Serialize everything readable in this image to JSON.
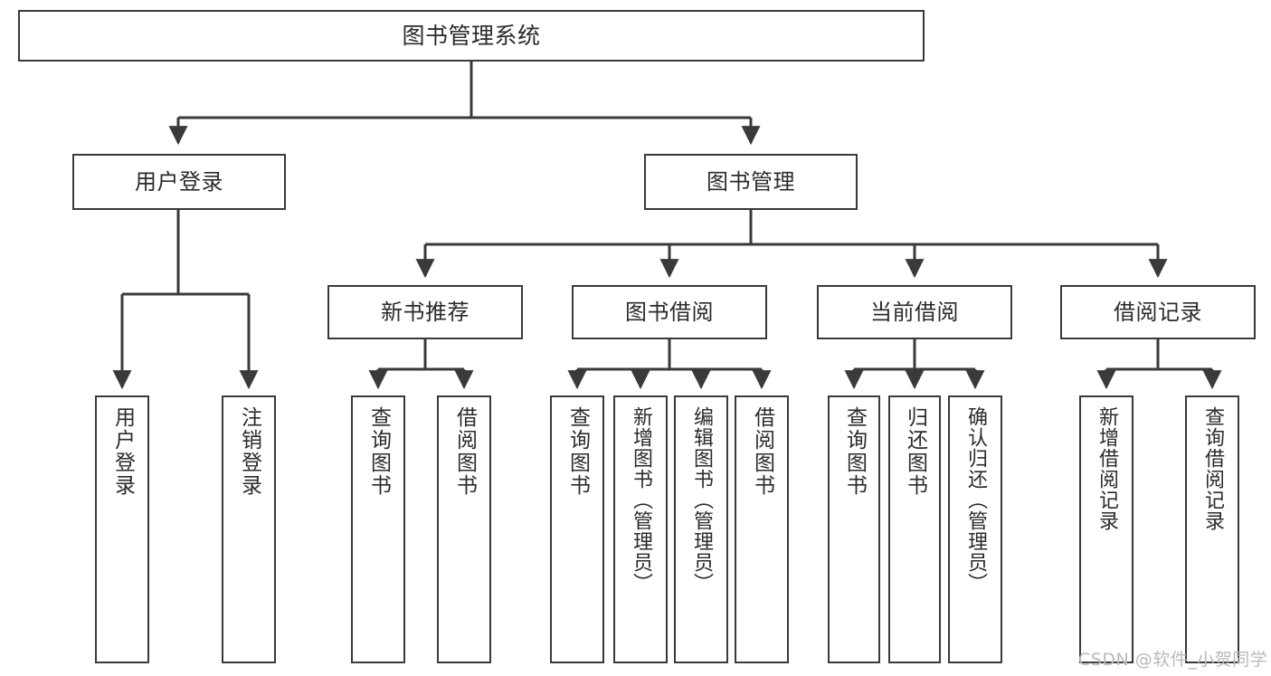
{
  "diagram": {
    "type": "tree",
    "title": "图书管理系统",
    "watermark": "CSDN @软件_小贺同学",
    "colors": {
      "box_border": "#3a3a3a",
      "box_fill": "#ffffff",
      "edge": "#3a3a3a",
      "text": "#2b2b2b",
      "watermark": "#b9b9b9",
      "background": "#ffffff"
    },
    "nodes": {
      "root": {
        "label": "图书管理系统"
      },
      "level2": [
        {
          "id": "user-login",
          "label": "用户登录"
        },
        {
          "id": "book-manage",
          "label": "图书管理"
        }
      ],
      "level3": [
        {
          "id": "new-book-recommend",
          "label": "新书推荐"
        },
        {
          "id": "book-borrow",
          "label": "图书借阅"
        },
        {
          "id": "current-borrow",
          "label": "当前借阅"
        },
        {
          "id": "borrow-record",
          "label": "借阅记录"
        }
      ],
      "leaves": {
        "user-login": [
          {
            "id": "leaf-user-login",
            "label": "用户登录"
          },
          {
            "id": "leaf-logout",
            "label": "注销登录"
          }
        ],
        "new-book-recommend": [
          {
            "id": "leaf-query-book-1",
            "label": "查询图书"
          },
          {
            "id": "leaf-borrow-book-1",
            "label": "借阅图书"
          }
        ],
        "book-borrow": [
          {
            "id": "leaf-query-book-2",
            "label": "查询图书"
          },
          {
            "id": "leaf-add-book",
            "label": "新增图书（管理员）"
          },
          {
            "id": "leaf-edit-book",
            "label": "编辑图书（管理员）"
          },
          {
            "id": "leaf-borrow-book-2",
            "label": "借阅图书"
          }
        ],
        "current-borrow": [
          {
            "id": "leaf-query-book-3",
            "label": "查询图书"
          },
          {
            "id": "leaf-return-book",
            "label": "归还图书"
          },
          {
            "id": "leaf-confirm-return",
            "label": "确认归还（管理员）"
          }
        ],
        "borrow-record": [
          {
            "id": "leaf-add-record",
            "label": "新增借阅记录"
          },
          {
            "id": "leaf-query-record",
            "label": "查询借阅记录"
          }
        ]
      }
    }
  }
}
